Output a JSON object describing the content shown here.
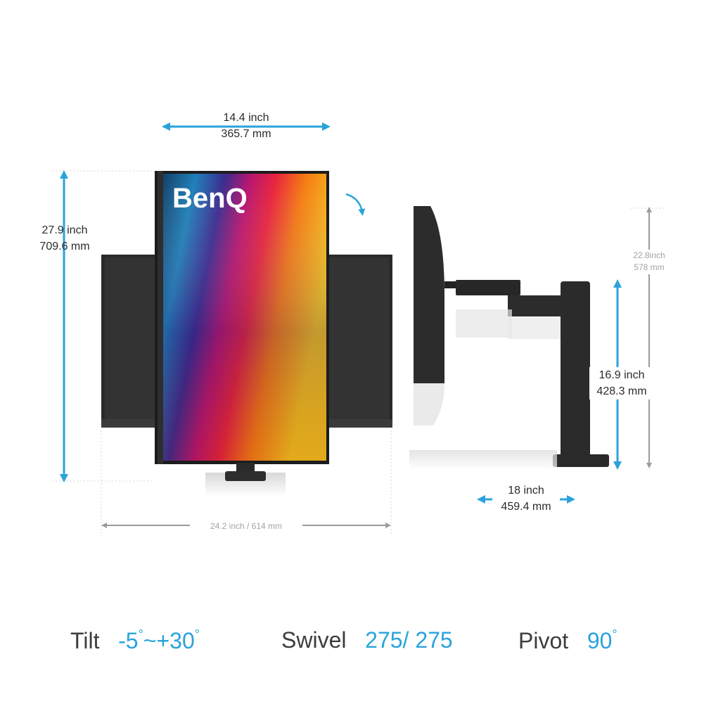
{
  "brand": {
    "logo_text": "BenQ"
  },
  "colors": {
    "accent": "#2aa3dc",
    "monitor": "#2f2f2f",
    "bezel": "#1c1c1c",
    "dim_gray": "#9b9b9b"
  },
  "dimensions": {
    "top_width": {
      "inch": "14.4 inch",
      "mm": "365.7 mm"
    },
    "left_height": {
      "inch": "27.9 inch",
      "mm": "709.6 mm"
    },
    "bottom_width": {
      "text": "24.2 inch / 614 mm"
    },
    "side_max_height": {
      "inch": "22.8inch",
      "mm": "578 mm"
    },
    "side_height": {
      "inch": "16.9 inch",
      "mm": "428.3 mm"
    },
    "side_depth": {
      "inch": "18 inch",
      "mm": "459.4 mm"
    }
  },
  "icons": {
    "rotate": "curved-arrow-icon",
    "dimension": "double-arrow-icon"
  },
  "specs": {
    "tilt": {
      "label": "Tilt",
      "min": "-5",
      "deg1": "°",
      "sep": "~+30",
      "deg2": "°"
    },
    "swivel": {
      "label": "Swivel",
      "value": "275/ 275"
    },
    "pivot": {
      "label": "Pivot",
      "value": "90",
      "deg": "°"
    }
  }
}
